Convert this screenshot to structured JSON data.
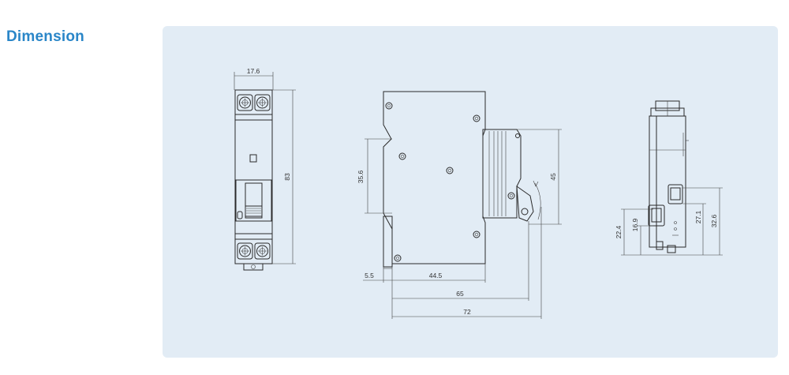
{
  "section": {
    "title": "Dimension"
  },
  "dims": {
    "front_width": "17.6",
    "front_height": "83",
    "side_top_height": "35.6",
    "side_right_height": "45",
    "side_bottom_left": "5.5",
    "side_bottom_mid": "44.5",
    "side_total_65": "65",
    "side_total_72": "72",
    "back_22_4": "22.4",
    "back_16_9": "16.9",
    "back_27_1": "27.1",
    "back_32_6": "32.6"
  },
  "colors": {
    "heading": "#2a86c8",
    "panel": "#e2ecf5"
  }
}
